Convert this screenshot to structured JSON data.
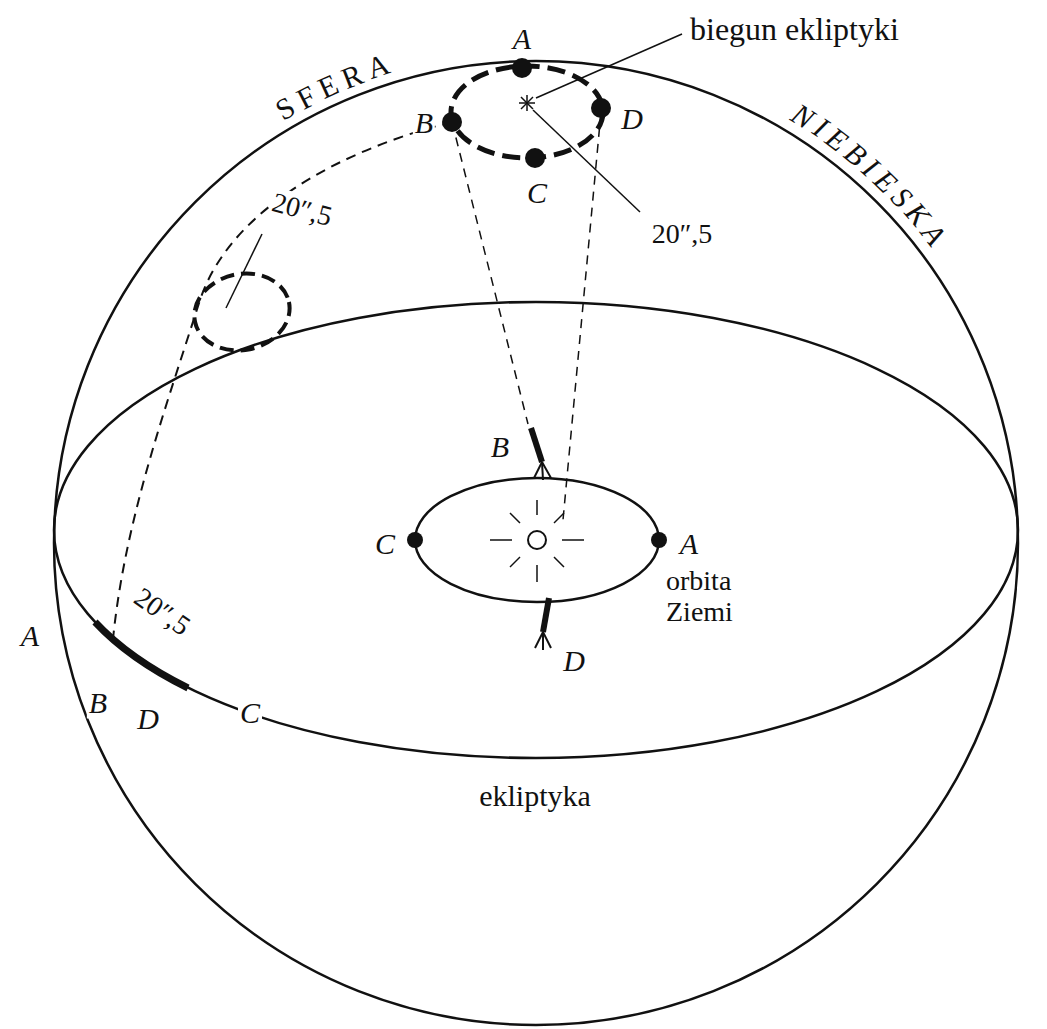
{
  "diagram": {
    "labels": [
      "SFERA",
      "NIEBIESKA",
      "biegun ekliptyki",
      "A",
      "B",
      "D",
      "C",
      "20″,5",
      "20″,5",
      "B",
      "C",
      "A",
      "orbita Ziemi",
      "D",
      "A",
      "20″,5",
      "C",
      "B",
      "D",
      "ekliptyka"
    ]
  }
}
